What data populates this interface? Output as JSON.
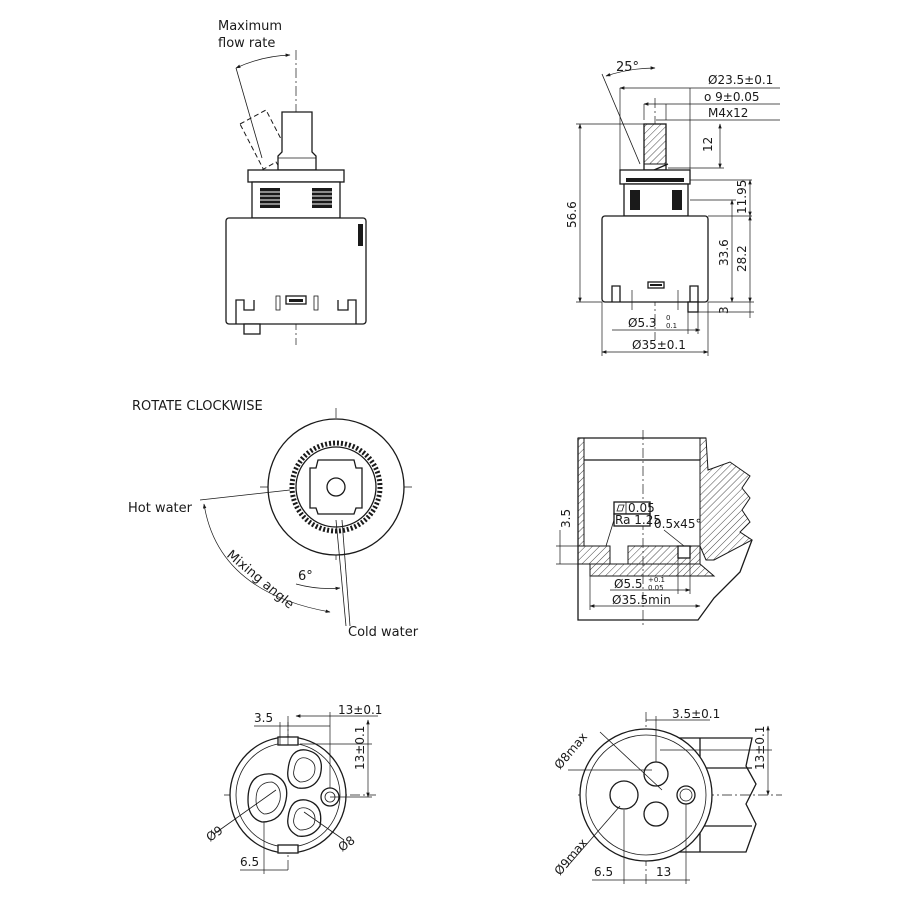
{
  "top_left": {
    "caption_line1": "Maximum",
    "caption_line2": "flow rate"
  },
  "top_right": {
    "angle_label": "25°",
    "dia_top": "Ø23.5±0.1",
    "dia_stem": "o 9±0.05",
    "thread": "M4x12",
    "dim_12": "12",
    "dim_56_6": "56.6",
    "dim_11_95": "11.95",
    "dim_33_6": "33.6",
    "dim_28_2": "28.2",
    "dim_3": "3",
    "dia_pin": "Ø5.3",
    "dia_pin_tol_upper": "0",
    "dia_pin_tol_lower": "0.1",
    "dia_body": "Ø35±0.1"
  },
  "mid_left": {
    "heading": "ROTATE CLOCKWISE",
    "hot_water": "Hot water",
    "mixing_angle": "Mixing angle",
    "angle_6": "6°",
    "cold_water": "Cold water"
  },
  "mid_right": {
    "dim_3_5": "3.5",
    "flatness": "0.05",
    "roughness": "Ra 1.25",
    "chamfer": "0.5x45°",
    "dia_hole": "Ø5.5",
    "dia_hole_tol_upper": "+0.1",
    "dia_hole_tol_lower": "0.05",
    "dia_seat": "Ø35.5min"
  },
  "bottom_left": {
    "dim_3_5": "3.5",
    "dim_13_h": "13±0.1",
    "dim_13_v": "13±0.1",
    "dia_9": "Ø9",
    "dia_8": "Ø8",
    "dim_6_5": "6.5"
  },
  "bottom_right": {
    "dia_8max": "Ø8max",
    "dim_3_5": "3.5±0.1",
    "dim_13_v": "13±0.1",
    "dia_9max": "Ø9max",
    "dim_6_5": "6.5",
    "dim_13": "13"
  }
}
